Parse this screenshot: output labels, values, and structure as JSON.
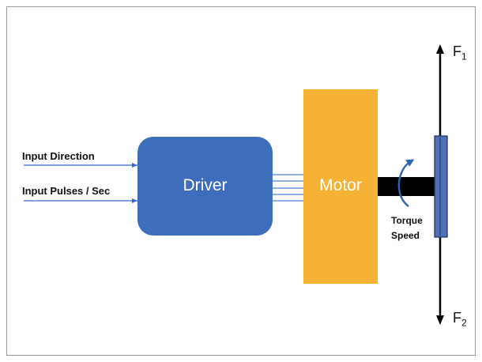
{
  "inputs": {
    "direction_label": "Input Direction",
    "pulses_label": "Input Pulses / Sec"
  },
  "driver": {
    "label": "Driver",
    "color": "#3d6dbb"
  },
  "motor": {
    "label": "Motor",
    "color": "#f5b235"
  },
  "shaft": {
    "color": "#000000"
  },
  "disc": {
    "color": "#4e6fb4"
  },
  "torque": {
    "label": "Torque",
    "speed_label": "Speed",
    "arrow_color": "#2f64ae"
  },
  "forces": {
    "top": {
      "symbol": "F",
      "subscript": "1"
    },
    "bottom": {
      "symbol": "F",
      "subscript": "2"
    }
  },
  "line_color": "#4f7fd0"
}
